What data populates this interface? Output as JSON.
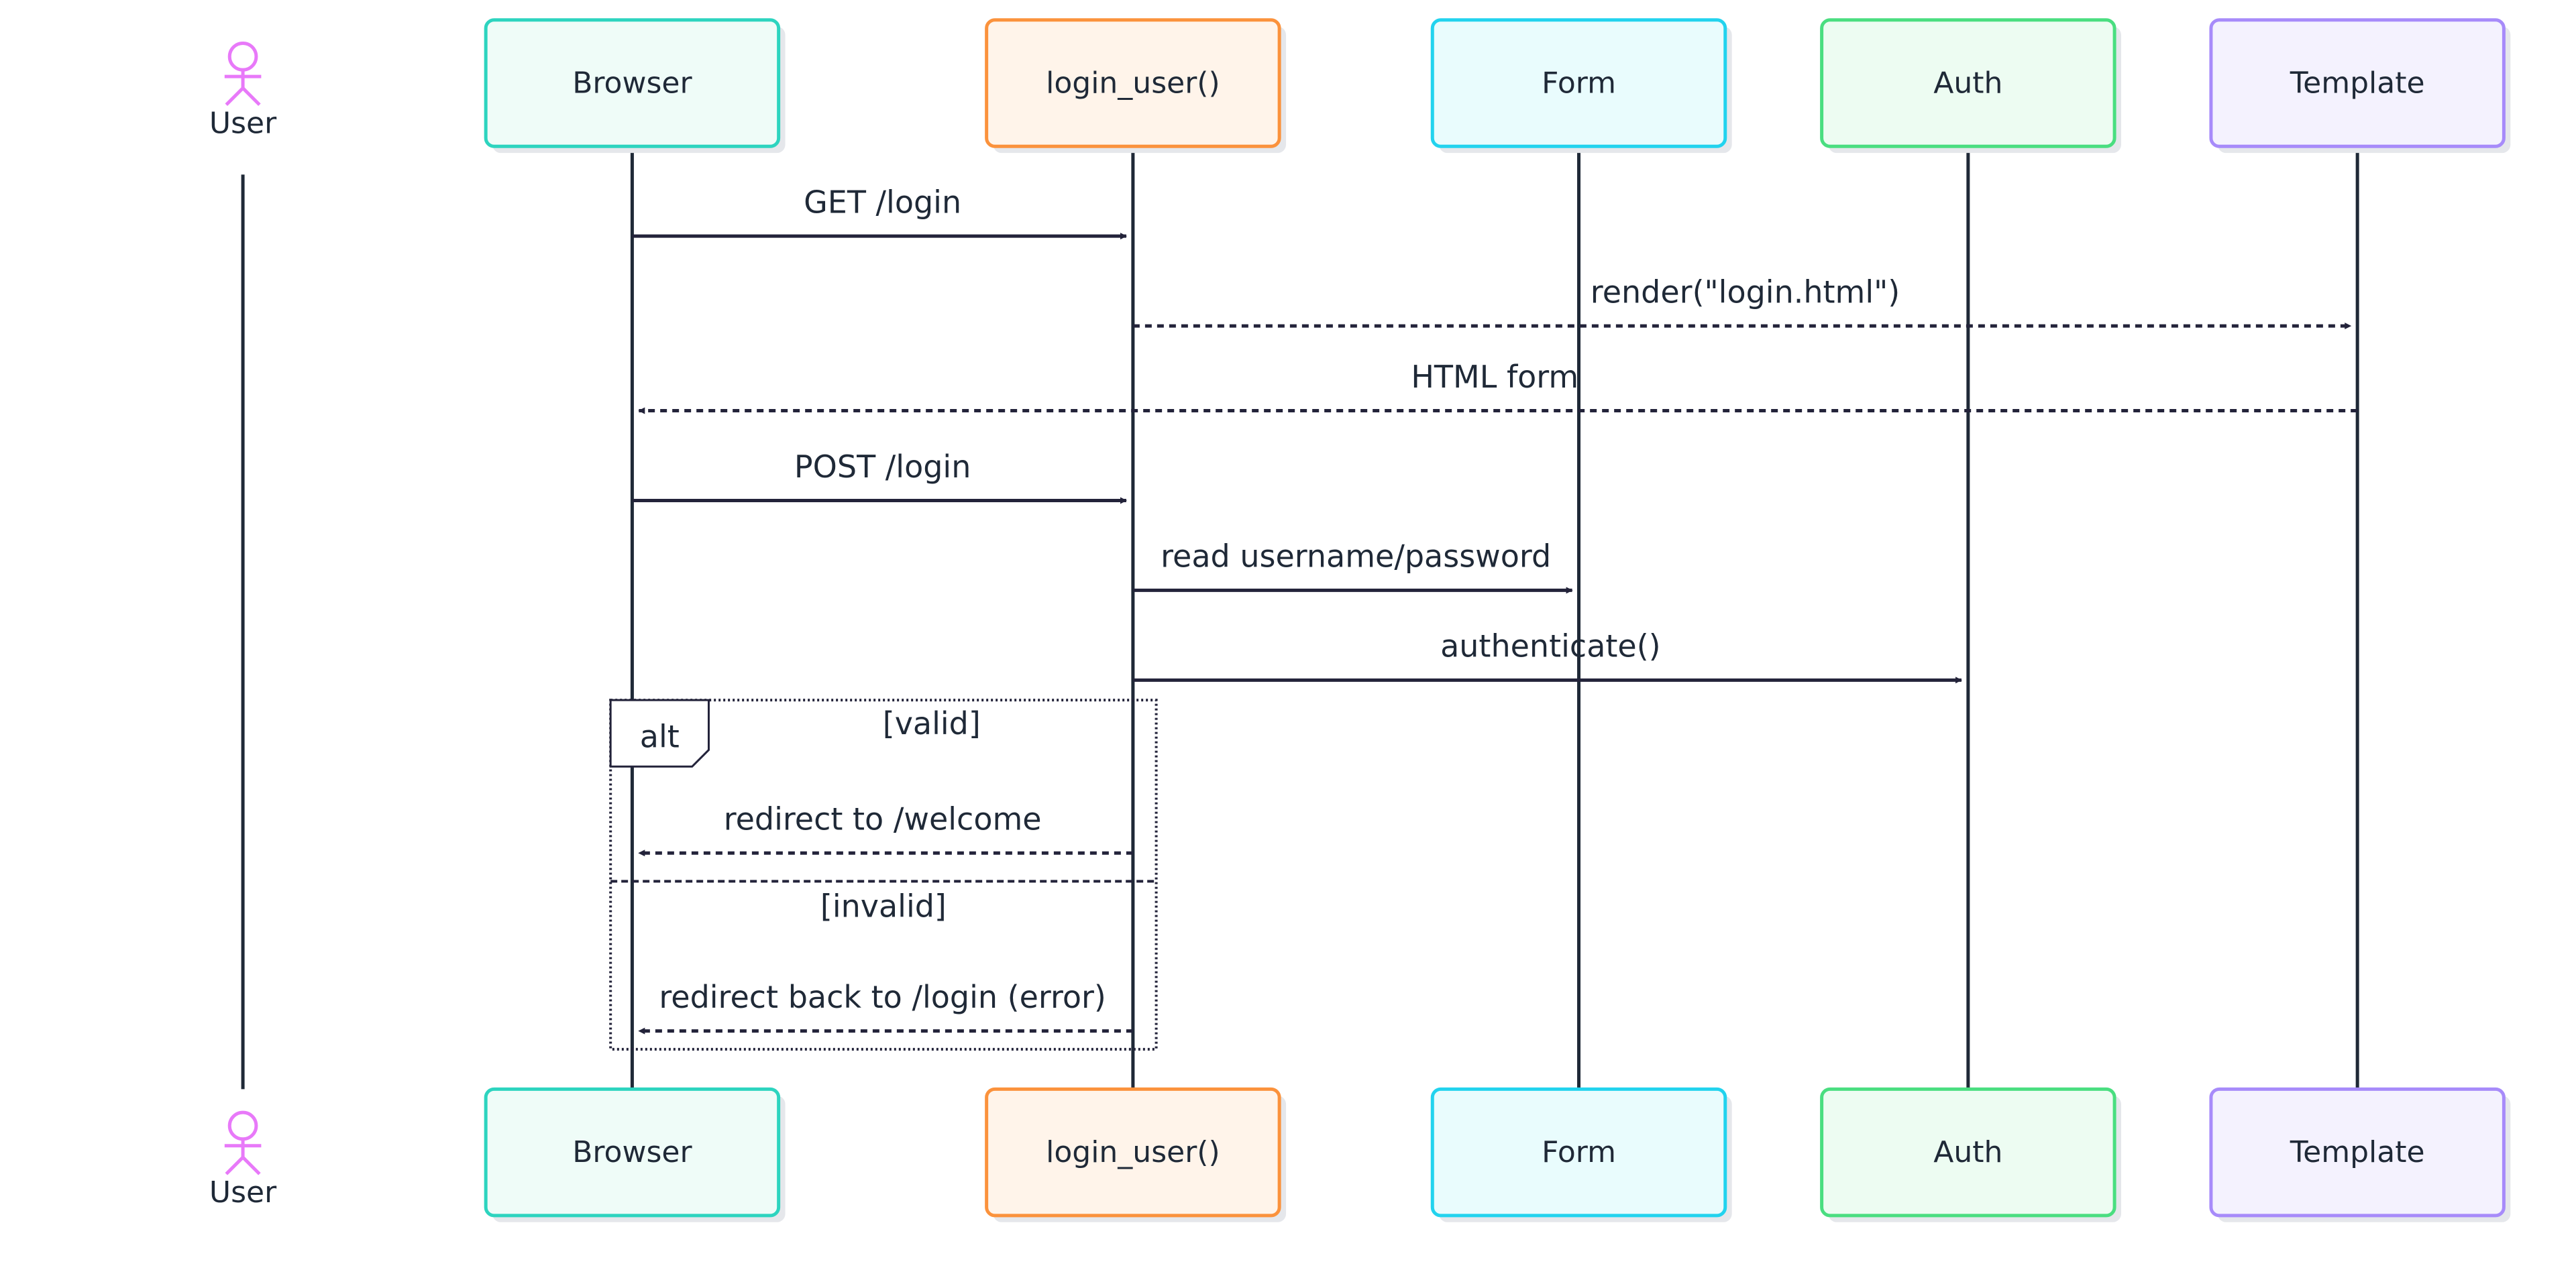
{
  "participants": [
    {
      "id": "user",
      "label": "User",
      "kind": "actor",
      "stroke": "#e879f9",
      "fill": "#ffffff"
    },
    {
      "id": "browser",
      "label": "Browser",
      "kind": "box",
      "stroke": "#2dd4bf",
      "fill": "#effcf8"
    },
    {
      "id": "login_user",
      "label": "login_user()",
      "kind": "box",
      "stroke": "#fb923c",
      "fill": "#fff4ea"
    },
    {
      "id": "form",
      "label": "Form",
      "kind": "box",
      "stroke": "#22d3ee",
      "fill": "#e9fcfd"
    },
    {
      "id": "auth",
      "label": "Auth",
      "kind": "box",
      "stroke": "#4ade80",
      "fill": "#edfcf2"
    },
    {
      "id": "template",
      "label": "Template",
      "kind": "box",
      "stroke": "#a78bfa",
      "fill": "#f4f2fe"
    }
  ],
  "messages": [
    {
      "from": "browser",
      "to": "login_user",
      "label": "GET /login",
      "style": "solid"
    },
    {
      "from": "login_user",
      "to": "template",
      "label": "render(\"login.html\")",
      "style": "dashed"
    },
    {
      "from": "template",
      "to": "browser",
      "label": "HTML form",
      "style": "dashed"
    },
    {
      "from": "browser",
      "to": "login_user",
      "label": "POST /login",
      "style": "solid"
    },
    {
      "from": "login_user",
      "to": "form",
      "label": "read username/password",
      "style": "solid"
    },
    {
      "from": "login_user",
      "to": "auth",
      "label": "authenticate()",
      "style": "solid"
    },
    {
      "from": "login_user",
      "to": "browser",
      "label": "redirect to /welcome",
      "style": "dashed"
    },
    {
      "from": "login_user",
      "to": "browser",
      "label": "redirect back to /login (error)",
      "style": "dashed"
    }
  ],
  "alt_frame": {
    "tag": "alt",
    "sections": [
      {
        "condition": "[valid]"
      },
      {
        "condition": "[invalid]"
      }
    ]
  },
  "colors": {
    "line": "#23233a",
    "text": "#1f2937"
  }
}
